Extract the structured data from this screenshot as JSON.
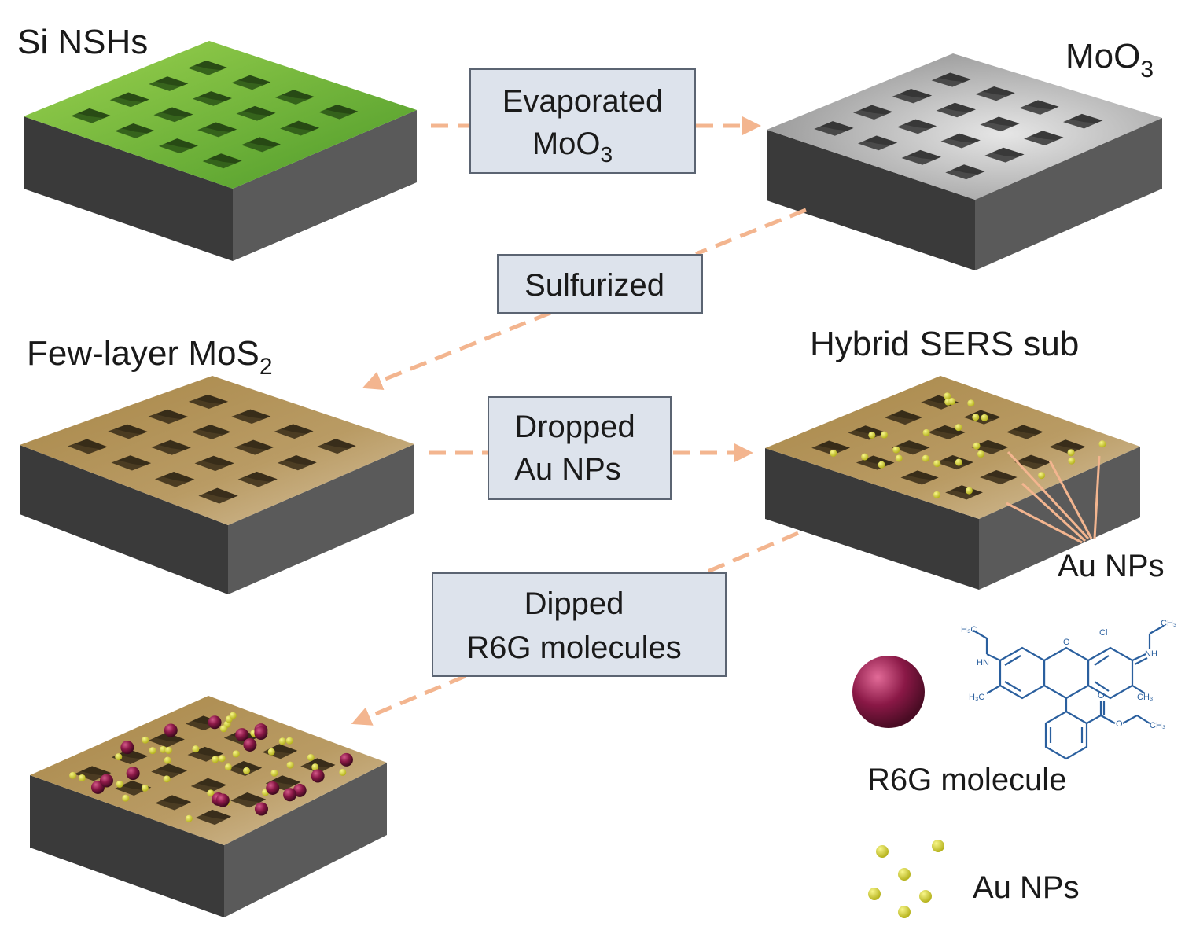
{
  "stages": [
    {
      "label": "Si NSHs",
      "sub": "",
      "tail": ""
    },
    {
      "label": "MoO",
      "sub": "3",
      "tail": ""
    },
    {
      "label": "Few-layer MoS",
      "sub": "2",
      "tail": ""
    },
    {
      "label": "Hybrid SERS sub",
      "sub": "",
      "tail": ""
    }
  ],
  "steps": {
    "evaporated": {
      "line1": "Evaporated",
      "line2": "MoO",
      "line2_sub": "3"
    },
    "sulfurized": {
      "line1": "Sulfurized"
    },
    "dropped": {
      "line1": "Dropped",
      "line2": "Au NPs"
    },
    "dipped": {
      "line1": "Dipped",
      "line2": "R6G molecules"
    }
  },
  "callout": {
    "label": "Au NPs"
  },
  "legend": {
    "r6g_label": "R6G molecule",
    "aunp_label": "Au NPs",
    "structure": {
      "h3c_top": "H₃C",
      "hn": "HN",
      "cl": "Cl",
      "ch3_top": "CH₃",
      "nh": "NH",
      "h3c_left": "H₃C",
      "ch3_mid": "CH₃",
      "o_ring": "O",
      "o_carbonyl": "O",
      "o_ester": "O",
      "ch3_end": "CH₃"
    }
  },
  "colors": {
    "si_green": "#6bb33a",
    "moo3_gray": "#b4b4b4",
    "mos2_tan": "#b89a63",
    "side_dark": "#4a4a4a",
    "arrow": "#f3b58f",
    "box_fill": "#dde3ec",
    "box_border": "#5b6472",
    "au_yellow": "#e3e13a",
    "r6g_maroon": "#8a1846",
    "structure_blue": "#2a5f9e"
  }
}
